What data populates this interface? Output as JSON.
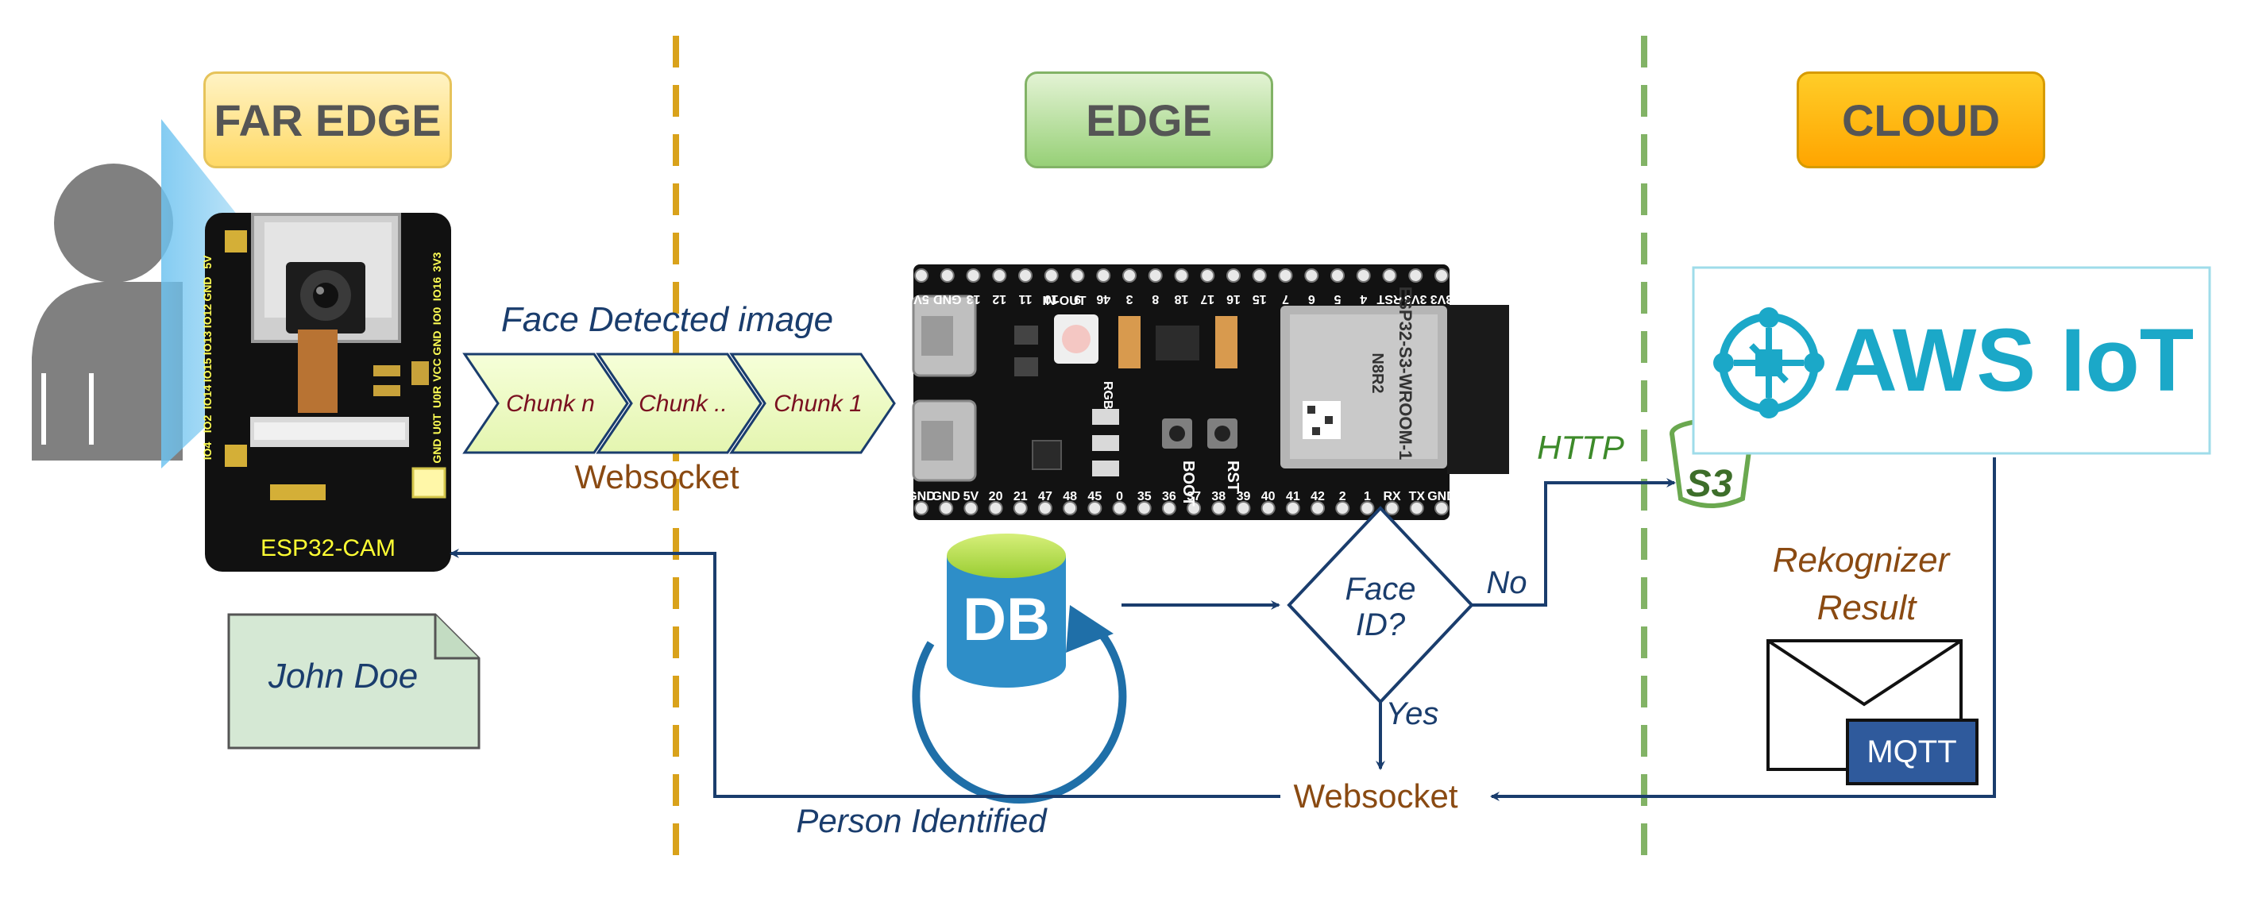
{
  "headers": {
    "far_edge": "FAR EDGE",
    "edge": "EDGE",
    "cloud": "CLOUD"
  },
  "far_edge": {
    "board_label": "ESP32-CAM",
    "pin_labels_left": [
      "5V",
      "GND",
      "IO12",
      "IO13",
      "IO15",
      "IO14",
      "IO2",
      "IO4"
    ],
    "pin_labels_right": [
      "3V3",
      "IO16",
      "IO0",
      "GND",
      "VCC",
      "U0R",
      "U0T",
      "GND"
    ],
    "note_text": "John Doe"
  },
  "stream": {
    "caption": "Face Detected image",
    "chunks": [
      "Chunk n",
      "Chunk ..",
      "Chunk 1"
    ],
    "protocol": "Websocket"
  },
  "edge": {
    "board_top_pins": [
      "5V",
      "GND",
      "13",
      "12",
      "11",
      "10",
      "9",
      "46",
      "3",
      "8",
      "18",
      "17",
      "16",
      "15",
      "7",
      "6",
      "5",
      "4",
      "RST",
      "3V3",
      "3V3"
    ],
    "board_bottom_pins": [
      "GND",
      "GND",
      "5V",
      "20",
      "21",
      "47",
      "48",
      "45",
      "0",
      "35",
      "36",
      "37",
      "38",
      "39",
      "40",
      "41",
      "42",
      "2",
      "1",
      "RX",
      "TX",
      "GND"
    ],
    "module_label": "ESP32-S3-WROOM-1",
    "module_variant": "N8R2",
    "button_boot": "BOOT",
    "button_rst": "RST",
    "rgb_label": "RGB",
    "inout_label": "IN-OUT",
    "db_label": "DB",
    "decision_text": [
      "Face",
      "ID?"
    ],
    "yes_label": "Yes",
    "no_label": "No",
    "bottom_websocket": "Websocket",
    "person_identified": "Person Identified"
  },
  "cloud": {
    "http_label": "HTTP",
    "s3_label": "S3",
    "aws_text": "AWS IoT",
    "rekognizer": [
      "Rekognizer",
      "Result"
    ],
    "mqtt_label": "MQTT"
  },
  "colors": {
    "navy": "#1a3d6d",
    "brown": "#8a4a12",
    "far_edge_divider": "#d9a21b",
    "cloud_divider": "#82b366",
    "aws_teal": "#1ba8c8",
    "s3_green": "#6aa84f"
  }
}
